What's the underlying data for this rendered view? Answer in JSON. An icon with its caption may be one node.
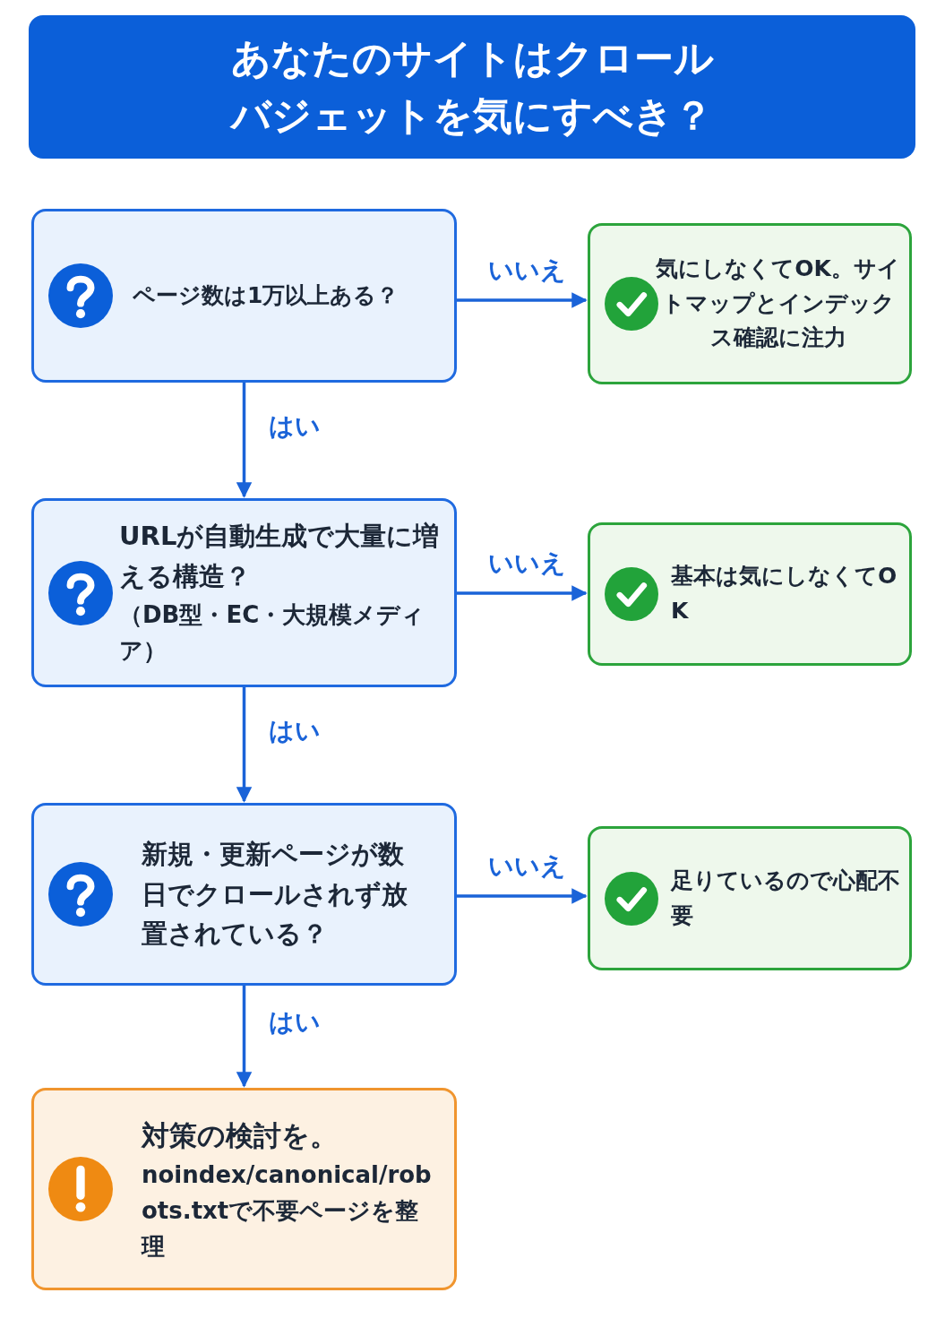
{
  "diagram": {
    "title": "あなたのサイトはクロールバジェットを気にすべき？",
    "nodes": [
      {
        "text": [
          "ページ数は1万以上ある？"
        ]
      },
      {
        "text": [
          "気にしなくてOK。サイトマップとインデックス確認に注力"
        ]
      },
      {
        "text": [
          "URLが自動生成で大量に増える構造？",
          "（DB型・EC・大規模メディア）"
        ]
      },
      {
        "text": [
          "基本は気にしなくてOK"
        ]
      },
      {
        "text": [
          "新規・更新ページが数日でクロールされず放置されている？"
        ]
      },
      {
        "text": [
          "足りているので心配不要"
        ]
      },
      {
        "text": [
          "対策の検討を。",
          "noindex/canonical/robots.txtで不要ページを整理"
        ]
      }
    ],
    "edges": [
      {
        "from": 0,
        "to": 1,
        "arrow": "to",
        "label": "いいえ"
      },
      {
        "from": 0,
        "to": 2,
        "arrow": "to",
        "label": "はい"
      },
      {
        "from": 2,
        "to": 3,
        "arrow": "to",
        "label": "いいえ"
      },
      {
        "from": 2,
        "to": 4,
        "arrow": "to",
        "label": "はい"
      },
      {
        "from": 4,
        "to": 5,
        "arrow": "to",
        "label": "いいえ"
      },
      {
        "from": 4,
        "to": 6,
        "arrow": "to",
        "label": "はい"
      }
    ]
  }
}
